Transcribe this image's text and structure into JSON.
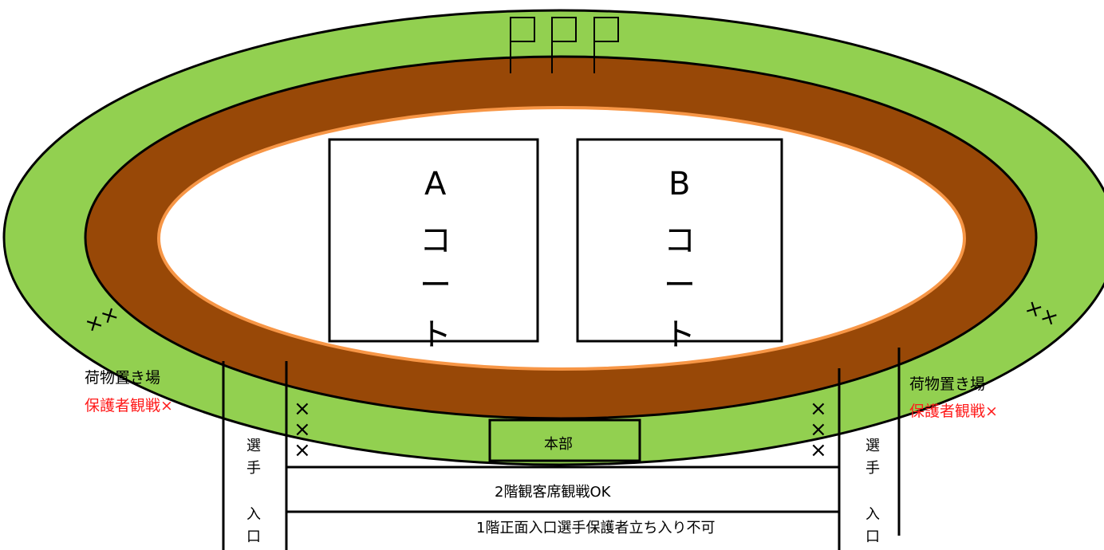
{
  "court_a": {
    "letter": "A",
    "chars": [
      "コ",
      "ー",
      "ト"
    ]
  },
  "court_b": {
    "letter": "B",
    "chars": [
      "コ",
      "ー",
      "ト"
    ]
  },
  "flags": "PPP",
  "headquarters": "本部",
  "left_area": {
    "title": "荷物置き場",
    "note": "保護者観戦×",
    "marks": "××"
  },
  "right_area": {
    "title": "荷物置き場",
    "note": "保護者観戦×",
    "marks": "××"
  },
  "left_entrance": {
    "chars": [
      "選",
      "手",
      "入",
      "口"
    ],
    "marks": "×\n×\n×"
  },
  "right_entrance": {
    "chars": [
      "選",
      "手",
      "入",
      "口"
    ],
    "marks": "×\n×\n×"
  },
  "second_floor": "2階観客席観戦OK",
  "first_floor_notice": "1階正面入口選手保護者立ち入り不可",
  "colors": {
    "green": "#92d050",
    "brown": "#984807",
    "orange": "#f79646",
    "red": "#ff1a1a"
  }
}
